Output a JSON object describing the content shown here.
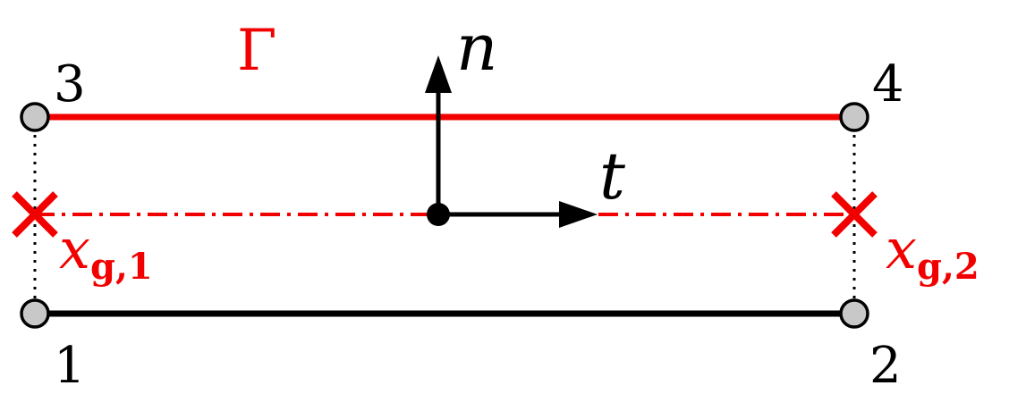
{
  "colors": {
    "red": "#f20000",
    "black": "#000000",
    "node_fill": "#c8c8c8",
    "node_stroke": "#000000"
  },
  "labels": {
    "gamma": "Γ",
    "normal": "n",
    "tangent": "t",
    "node_1": "1",
    "node_2": "2",
    "node_3": "3",
    "node_4": "4",
    "gauss_1": {
      "base": "x",
      "sub_g": "g",
      "sub_comma": ",",
      "sub_index": "1"
    },
    "gauss_2": {
      "base": "x",
      "sub_g": "g",
      "sub_comma": ",",
      "sub_index": "2"
    }
  },
  "icons": {
    "gauss_marker": "cross-icon",
    "node_marker": "circle-icon"
  }
}
